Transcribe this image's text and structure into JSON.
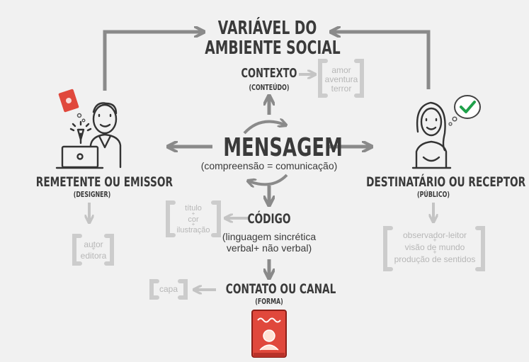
{
  "nodes": {
    "social_variable": {
      "line1": "VARIÁVEL DO",
      "line2": "AMBIENTE SOCIAL"
    },
    "context": {
      "title": "CONTEXTO",
      "subtitle": "(CONTEÚDO)",
      "examples": [
        "amor",
        "aventura",
        "terror"
      ]
    },
    "message": {
      "title": "MENSAGEM",
      "subtitle": "(compreensão = comunicação)"
    },
    "sender": {
      "title": "REMETENTE OU EMISSOR",
      "subtitle": "(DESIGNER)",
      "examples": [
        "autor",
        "+",
        "editora"
      ]
    },
    "receiver": {
      "title": "DESTINATÁRIO OU RECEPTOR",
      "subtitle": "(PÚBLICO)",
      "examples": [
        "observador-leitor",
        "+",
        "visão de mundo",
        "+",
        "produção de sentidos"
      ]
    },
    "code": {
      "title": "CÓDIGO",
      "subtitle_line1": "(linguagem sincrética",
      "subtitle_line2": "verbal+ não verbal)",
      "examples": [
        "título",
        "+",
        "cor",
        "+",
        "ilustração"
      ]
    },
    "channel": {
      "title": "CONTATO OU CANAL",
      "subtitle": "(FORMA)",
      "examples": [
        "capa"
      ]
    }
  },
  "colors": {
    "background": "#f1f1f1",
    "text": "#3a3a3a",
    "arrow": "#8a8a8a",
    "muted": "#b7b7b7",
    "book": "#e0483c",
    "check": "#1fa14a"
  }
}
